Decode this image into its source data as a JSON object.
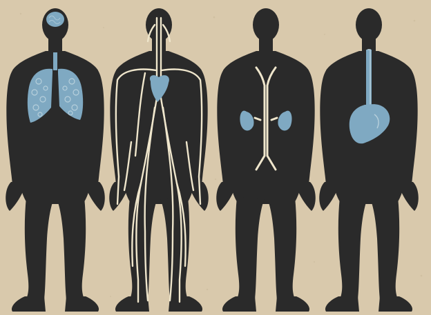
{
  "illustration": {
    "figure_count": 4,
    "colors": {
      "paper": "#d9c9ac",
      "paper_speckle": "#c9b899",
      "silhouette": "#2a2a2a",
      "organ_blue": "#7fa9c2",
      "organ_highlight": "#b7d0dc",
      "vessel_cream": "#efe6cc"
    },
    "figures": [
      {
        "id": "respiratory",
        "organs": [
          "brain",
          "lungs",
          "trachea"
        ]
      },
      {
        "id": "circulatory",
        "organs": [
          "heart",
          "blood-vessels"
        ]
      },
      {
        "id": "urinary",
        "organs": [
          "kidneys",
          "ureters",
          "aorta"
        ]
      },
      {
        "id": "digestive",
        "organs": [
          "esophagus",
          "stomach"
        ]
      }
    ]
  }
}
